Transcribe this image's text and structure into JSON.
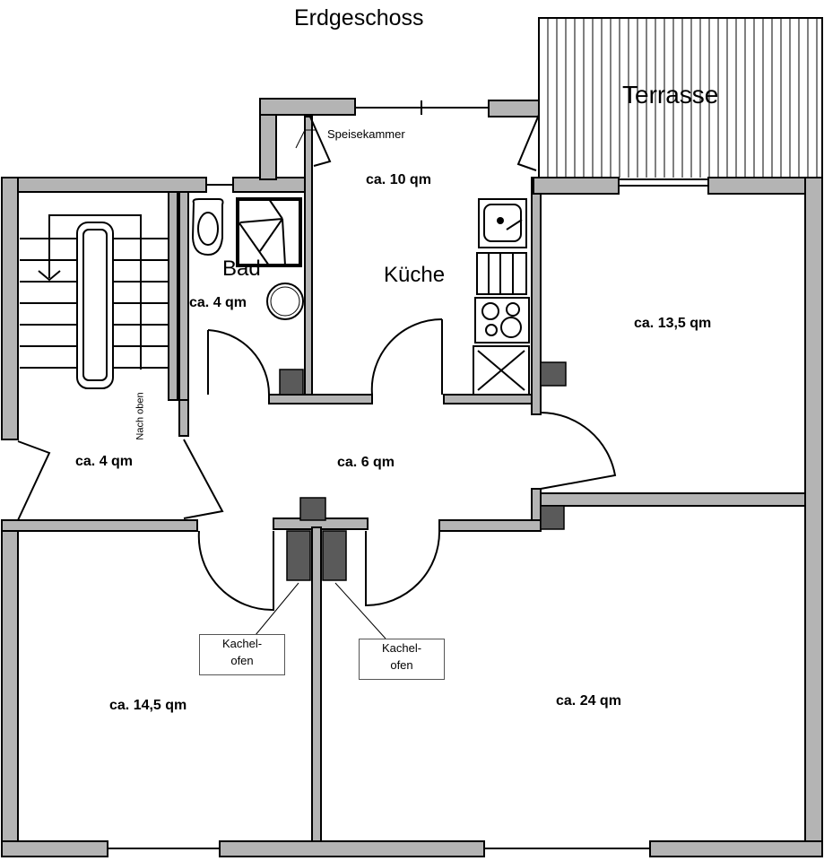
{
  "title": "Erdgeschoss",
  "rooms": {
    "terrace": "Terrasse",
    "pantry": "Speisekammer",
    "kitchen_area": "ca. 10 qm",
    "kitchen": "Küche",
    "bath": "Bad",
    "bath_area": "ca. 4 qm",
    "right_room_area": "ca. 13,5 qm",
    "entry_area": "ca. 4 qm",
    "hall_area": "ca. 6 qm",
    "left_room_area": "ca. 14,5 qm",
    "big_room_area": "ca. 24 qm"
  },
  "stairs_label": "Nach oben",
  "stove_labels": [
    {
      "line1": "Kachel-",
      "line2": "ofen"
    },
    {
      "line1": "Kachel-",
      "line2": "ofen"
    }
  ]
}
